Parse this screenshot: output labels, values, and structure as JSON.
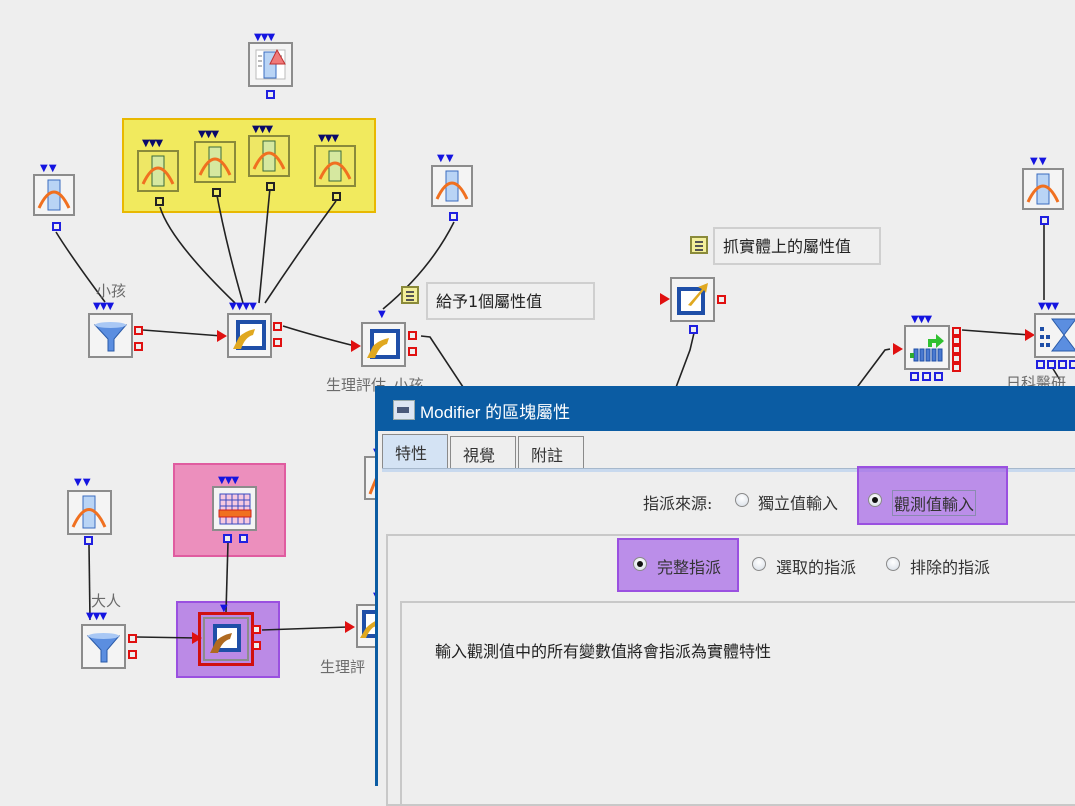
{
  "canvas": {
    "labels": {
      "child_filter": "小孩",
      "adult_filter": "大人",
      "eval_child": "生理評估_小孩",
      "eval_adult": "生理評",
      "bottom_right_clipped": "日科醫研"
    },
    "notes": [
      {
        "text": "給予1個屬性值"
      },
      {
        "text": "抓實體上的屬性值"
      }
    ],
    "group_colors": {
      "yellow": "#f1ea5e",
      "pink": "#ec8fbd",
      "purple": "#bb8ae6"
    },
    "icons": {
      "dataset": "distribution-dataset-icon",
      "alert_dataset": "alert-dataset-icon",
      "filter": "funnel-icon",
      "modifier": "modifier-icon",
      "table": "table-grid-icon",
      "export": "export-icon",
      "hourglass": "hourglass-icon",
      "note": "note-icon"
    }
  },
  "dialog": {
    "title": "Modifier 的區塊屬性",
    "tabs": [
      {
        "label": "特性",
        "active": true
      },
      {
        "label": "視覺",
        "active": false
      },
      {
        "label": "附註",
        "active": false
      }
    ],
    "source": {
      "label": "指派來源:",
      "options": [
        {
          "label": "獨立值輸入",
          "selected": false
        },
        {
          "label": "觀測值輸入",
          "selected": true
        }
      ]
    },
    "modes": [
      {
        "label": "完整指派",
        "selected": true
      },
      {
        "label": "選取的指派",
        "selected": false
      },
      {
        "label": "排除的指派",
        "selected": false
      }
    ],
    "description": "輸入觀測值中的所有變數值將會指派為實體特性",
    "highlight_color": "#b07be8"
  }
}
